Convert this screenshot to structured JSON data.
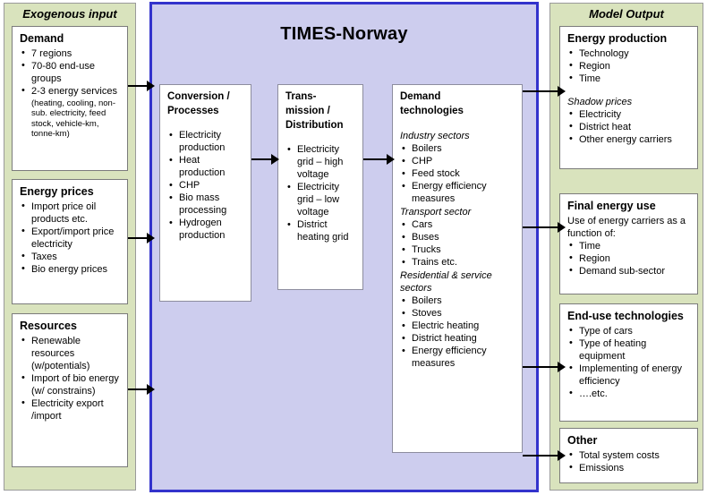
{
  "left_panel": {
    "title": "Exogenous input",
    "boxes": [
      {
        "heading": "Demand",
        "bullets": [
          "7 regions",
          "70-80 end-use groups",
          "2-3 energy services"
        ],
        "note": "(heating, cooling, non-sub. electricity, feed stock, vehicle-km, tonne-km)"
      },
      {
        "heading": "Energy prices",
        "bullets": [
          "Import price oil products etc.",
          "Export/import price electricity",
          "Taxes",
          "Bio energy prices"
        ]
      },
      {
        "heading": "Resources",
        "bullets": [
          "Renewable resources (w/potentials)",
          "Import of bio energy (w/ constrains)",
          "Electricity export /import"
        ]
      }
    ]
  },
  "center_panel": {
    "title": "TIMES-Norway",
    "boxes": [
      {
        "heading_line1": "Conversion /",
        "heading_line2": "Processes",
        "bullets": [
          "Electricity production",
          "Heat production",
          "CHP",
          "Bio mass processing",
          "Hydrogen production"
        ]
      },
      {
        "heading_line1": "Trans-",
        "heading_line2": "mission /",
        "heading_line3": "Distribution",
        "bullets": [
          "Electricity grid – high voltage",
          "Electricity grid – low voltage",
          "District heating grid"
        ]
      },
      {
        "heading_line1": "Demand",
        "heading_line2": "technologies",
        "groups": [
          {
            "subheading": "Industry sectors",
            "bullets": [
              "Boilers",
              "CHP",
              "Feed stock",
              "Energy efficiency measures"
            ]
          },
          {
            "subheading": "Transport sector",
            "bullets": [
              "Cars",
              "Buses",
              "Trucks",
              "Trains etc."
            ]
          },
          {
            "subheading": "Residential & service sectors",
            "bullets": [
              "Boilers",
              "Stoves",
              "Electric heating",
              "District heating",
              "Energy efficiency measures"
            ]
          }
        ]
      }
    ]
  },
  "right_panel": {
    "title": "Model Output",
    "boxes": [
      {
        "heading": "Energy production",
        "bullets": [
          "Technology",
          "Region",
          "Time"
        ],
        "subheading": "Shadow prices",
        "sub_bullets": [
          "Electricity",
          "District heat",
          "Other energy carriers"
        ]
      },
      {
        "heading": "Final energy use",
        "plaintext": "Use of energy carriers as a function of:",
        "bullets": [
          "Time",
          "Region",
          "Demand sub-sector"
        ]
      },
      {
        "heading": "End-use technologies",
        "bullets": [
          "Type of cars",
          "Type of heating equipment",
          "Implementing of energy efficiency",
          "….etc."
        ]
      },
      {
        "heading": "Other",
        "bullets": [
          "Total system costs",
          "Emissions"
        ]
      }
    ]
  },
  "colors": {
    "panel_green": "#d9e3bd",
    "panel_blue_fill": "#cdcdee",
    "panel_blue_border": "#3333cc",
    "box_border": "#7b7b7b",
    "arrow": "#000000"
  }
}
